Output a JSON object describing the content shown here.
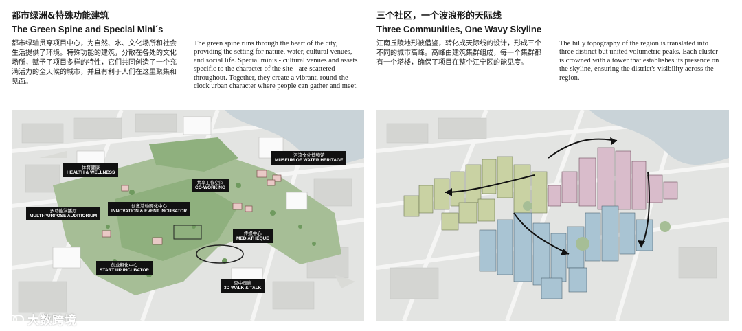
{
  "left": {
    "heading_cn": "都市绿洲&特殊功能建筑",
    "heading_en": "The Green Spine and Special Mini´s",
    "body_cn": "都市绿轴贯穿项目中心，为自然、水、文化场所和社会生活提供了环境。特殊功能的建筑，分散在各处的文化场所，赋予了项目多样的特性，它们共同创造了一个充满活力的全天候的城市，并且有利于人们在这里聚集和见面。",
    "body_en": "The green spine runs through the heart of the city, providing the setting for nature, water, cultural venues, and social life. Special minis - cultural venues and assets specific to the character of the site - are scattered throughout. Together, they create a vibrant, round-the-clock urban character where people can gather and meet.",
    "labels": [
      {
        "cn": "体育健康",
        "en": "HEALTH & WELLNESS"
      },
      {
        "cn": "河流文化博物馆",
        "en": "MUSEUM OF WATER HERITAGE"
      },
      {
        "cn": "共享工作空间",
        "en": "CO-WORKING"
      },
      {
        "cn": "创意活动孵化中心",
        "en": "INNOVATION & EVENT INCUBATOR"
      },
      {
        "cn": "多功能演播厅",
        "en": "MULTI-PURPOSE AUDITIORIUM"
      },
      {
        "cn": "传媒中心",
        "en": "MEDIATHEQUE"
      },
      {
        "cn": "创业孵化中心",
        "en": "START UP INCUBATOR"
      },
      {
        "cn": "空中走廊",
        "en": "3D WALK & TALK"
      }
    ]
  },
  "right": {
    "heading_cn": "三个社区，一个波浪形的天际线",
    "heading_en": "Three Communities, One Wavy Skyline",
    "body_cn": "江南丘陵地形被借鉴，转化成天际线的设计，形成三个不同的城市高峰。高峰由建筑集群组成，每一个集群都有一个塔楼，确保了项目在整个江宁区的能见度。",
    "body_en": "The hilly topography of the region is translated into three distinct but united volumetric peaks. Each cluster is crowned with a tower that establishes its presence on the skyline, ensuring the district's visibility across the region."
  },
  "watermark": "大数跨境",
  "colors": {
    "green_spine": "#8fb07e",
    "cluster_green": "#c9d2a3",
    "cluster_pink": "#d9bccb",
    "cluster_blue": "#a9c4d3",
    "label_bg": "#111111"
  }
}
